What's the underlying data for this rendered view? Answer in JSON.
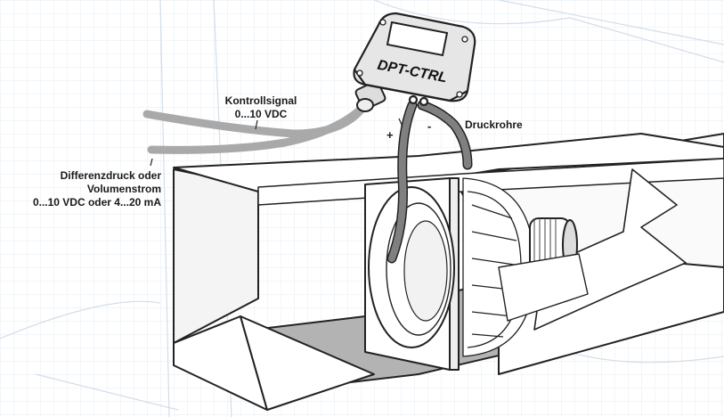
{
  "device": {
    "label": "DPT-CTRL"
  },
  "labels": {
    "control_signal_line1": "Kontrollsignal",
    "control_signal_line2": "0...10 VDC",
    "output_line1": "Differenzdruck oder",
    "output_line2": "Volumenstrom",
    "output_line3": "0...10 VDC oder 4...20 mA",
    "pressure_tubes": "Druckrohre",
    "plus": "+",
    "minus": "-"
  },
  "colors": {
    "background_grid": "#dfe6ef",
    "duct_outline": "#222222",
    "duct_floor": "#b3b3b3",
    "cable": "#a9a9a9",
    "tube": "#808080",
    "device_body": "#e6e6e6"
  }
}
